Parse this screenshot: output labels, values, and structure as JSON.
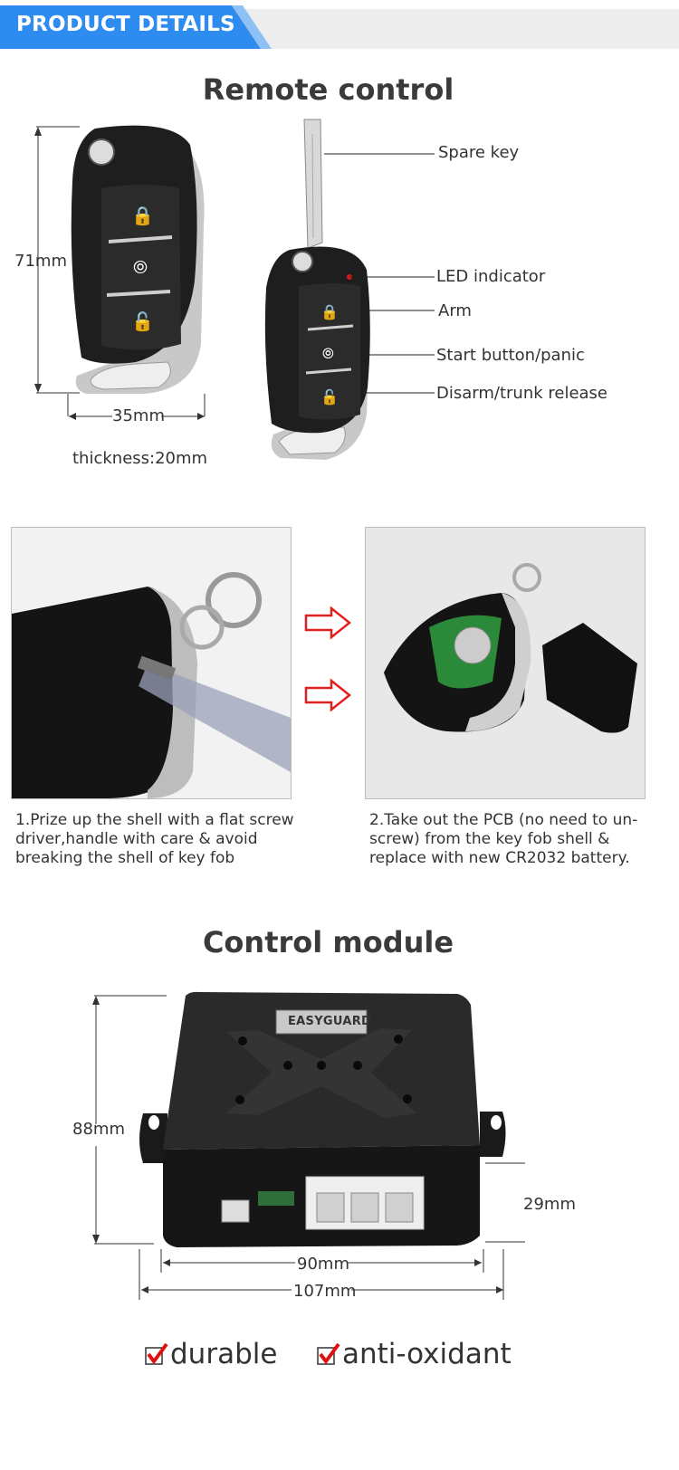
{
  "header": {
    "title": "PRODUCT DETAILS",
    "accent": "#2e8cf0"
  },
  "remote": {
    "title": "Remote control",
    "dims": {
      "height": "71mm",
      "width": "35mm",
      "thickness": "thickness:20mm"
    },
    "callouts": [
      "Spare key",
      "LED indicator",
      "Arm",
      "Start button/panic",
      "Disarm/trunk release"
    ]
  },
  "steps": [
    {
      "text": "1.Prize up the shell with a flat screw driver,handle with care & avoid breaking the shell of key fob"
    },
    {
      "text": "2.Take out the PCB (no need to un-screw) from the key fob shell & replace with new CR2032 battery."
    }
  ],
  "module": {
    "title": "Control module",
    "brand": "EASYGUARD",
    "dims": {
      "height": "88mm",
      "depth": "29mm",
      "width_inner": "90mm",
      "width_outer": "107mm"
    }
  },
  "features": [
    "durable",
    "anti-oxidant"
  ],
  "colors": {
    "arrow_red": "#e02020",
    "check_red": "#e01010"
  }
}
